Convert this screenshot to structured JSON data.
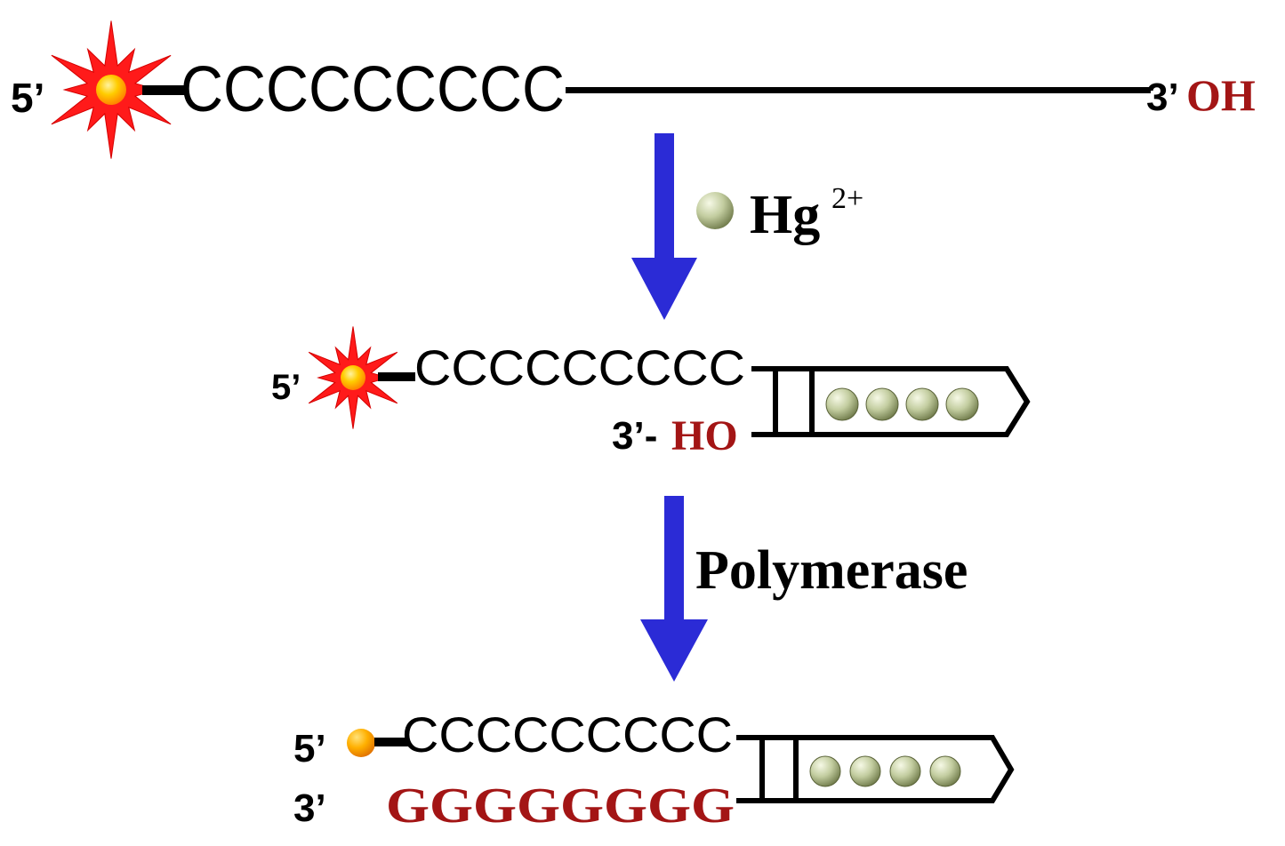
{
  "colors": {
    "arrow": "#2b2bd6",
    "red_text": "#a31515",
    "ink": "#000000",
    "fluor_core": "#ffcc00",
    "fluor_burst": "#ff1a1a",
    "hg_ball": "#b9c48f"
  },
  "icons": {
    "fluorophore": "starburst-icon",
    "quenched_fluorophore": "orange-ball-icon",
    "mercury_ion": "green-ball-icon"
  },
  "step1": {
    "five_prime": "5’",
    "sequence": "CCCCCCCCC",
    "three_prime": "3’",
    "terminal": "OH"
  },
  "arrow1": {
    "label_base": "Hg",
    "label_sup": "2+"
  },
  "step2": {
    "five_prime": "5’",
    "sequence": "CCCCCCCCC",
    "three_prime": "3’-",
    "terminal": "HO",
    "hg_count": 4
  },
  "arrow2": {
    "label": "Polymerase"
  },
  "step3": {
    "five_prime": "5’",
    "sequence": "CCCCCCCCC",
    "three_prime": "3’",
    "complement": "GGGGGGGG",
    "hg_count": 4
  }
}
